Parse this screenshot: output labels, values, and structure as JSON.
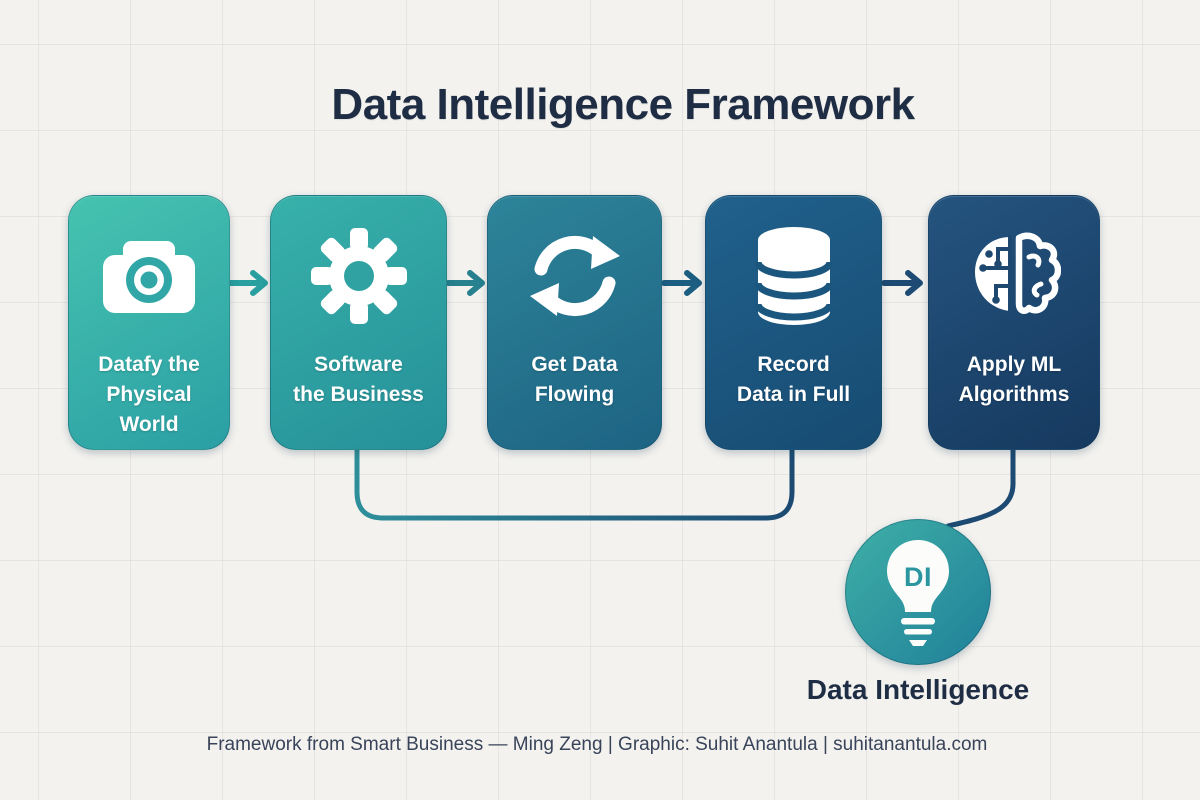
{
  "title": "Data Intelligence Framework",
  "steps": [
    {
      "icon": "camera-icon",
      "lines": [
        "Datafy the",
        "Physical",
        "World"
      ],
      "gradient_top": "#46C3B0",
      "gradient_bottom": "#2B9FA4"
    },
    {
      "icon": "gear-icon",
      "lines": [
        "Software",
        "the Business"
      ],
      "gradient_top": "#38B1AA",
      "gradient_bottom": "#259099"
    },
    {
      "icon": "sync-icon",
      "lines": [
        "Get Data",
        "Flowing"
      ],
      "gradient_top": "#2D8499",
      "gradient_bottom": "#1D6383"
    },
    {
      "icon": "database-icon",
      "lines": [
        "Record",
        "Data in Full"
      ],
      "gradient_top": "#20618C",
      "gradient_bottom": "#174B72"
    },
    {
      "icon": "brain-icon",
      "lines": [
        "Apply ML",
        "Algorithms"
      ],
      "gradient_top": "#24547F",
      "gradient_bottom": "#16395F"
    }
  ],
  "arrow_colors": [
    "#2A9FA0",
    "#26808E",
    "#1C5E81",
    "#1D4B73"
  ],
  "result": {
    "badge": "DI",
    "label": "Data Intelligence",
    "icon": "lightbulb-icon",
    "circle_gradient_top": "#3FB0A7",
    "circle_gradient_bottom": "#1F7F99"
  },
  "footer": "Framework from Smart Business — Ming Zeng | Graphic: Suhit Anantula | suhitanantula.com",
  "colors": {
    "background": "#F3F2EF",
    "title_text": "#1E2D44",
    "card_text": "#FFFFFF",
    "connector_teal": "#2E8F9A",
    "connector_navy": "#1C4A72",
    "footer_text": "#39445A",
    "badge_text": "#2B96A0"
  }
}
